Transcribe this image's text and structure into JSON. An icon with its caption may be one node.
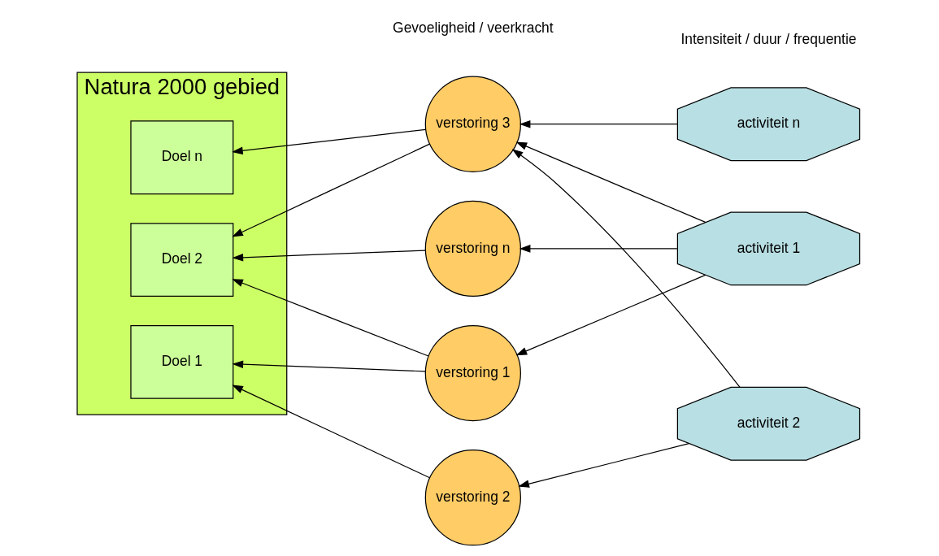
{
  "diagram": {
    "nodes": [
      {
        "text": [
          "Natura 2000 gebied"
        ]
      },
      {
        "text": [
          "Doel 1"
        ],
        "in": 0
      },
      {
        "text": [
          "Doel 2"
        ],
        "in": 0
      },
      {
        "text": [
          "Doel n"
        ],
        "in": 0
      },
      {
        "text": [
          "verstoring 1"
        ]
      },
      {
        "text": [
          "verstoring 2"
        ]
      },
      {
        "text": [
          "verstoring 3"
        ]
      },
      {
        "text": [
          "verstoring n"
        ]
      },
      {
        "text": [
          "activiteit 1"
        ]
      },
      {
        "text": [
          "activiteit 2"
        ]
      },
      {
        "text": [
          "activiteit n"
        ]
      }
    ],
    "edges": [
      {
        "from": 4,
        "to": 1,
        "arrow": "to"
      },
      {
        "from": 4,
        "to": 2,
        "arrow": "to"
      },
      {
        "from": 5,
        "to": 1,
        "arrow": "to"
      },
      {
        "from": 6,
        "to": 2,
        "arrow": "to"
      },
      {
        "from": 6,
        "to": 3,
        "arrow": "to"
      },
      {
        "from": 7,
        "to": 2,
        "arrow": "to"
      },
      {
        "from": 8,
        "to": 4,
        "arrow": "to"
      },
      {
        "from": 8,
        "to": 6,
        "arrow": "to"
      },
      {
        "from": 8,
        "to": 7,
        "arrow": "to"
      },
      {
        "from": 9,
        "to": 5,
        "arrow": "to"
      },
      {
        "from": 9,
        "to": 6,
        "arrow": "to"
      },
      {
        "from": 10,
        "to": 6,
        "arrow": "to"
      }
    ],
    "labels": [
      "Gevoeligheid / veerkracht",
      "Intensiteit / duur / frequentie"
    ]
  }
}
